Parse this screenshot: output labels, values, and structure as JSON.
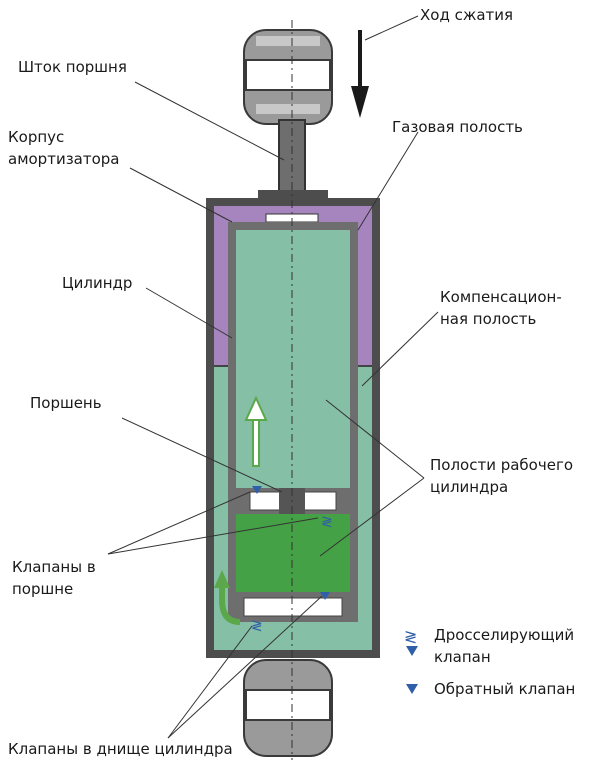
{
  "labels": {
    "stroke": "Ход сжатия",
    "rod": "Шток поршня",
    "body_1": "Корпус",
    "body_2": "амортизатора",
    "gas": "Газовая полость",
    "cylinder": "Цилиндр",
    "comp_1": "Компенсацион-",
    "comp_2": "ная полость",
    "piston": "Поршень",
    "cavities_1": "Полости рабочего",
    "cavities_2": "цилиндра",
    "piston_valves_1": "Клапаны в",
    "piston_valves_2": "поршне",
    "bottom_valves": "Клапаны в днище цилиндра"
  },
  "legend": {
    "throttle_1": "Дросселирующий",
    "throttle_2": "клапан",
    "check": "Обратный клапан"
  },
  "colors": {
    "housing": "#4d4d4d",
    "cylinder_wall": "#6e6e6e",
    "gas": "#a684bd",
    "fluid": "#85bfa6",
    "fluid_dark": "#45a145",
    "valve": "#2f5fa8",
    "arrow": "#1a1a1a",
    "flow_arrow": "#5aa84a"
  }
}
